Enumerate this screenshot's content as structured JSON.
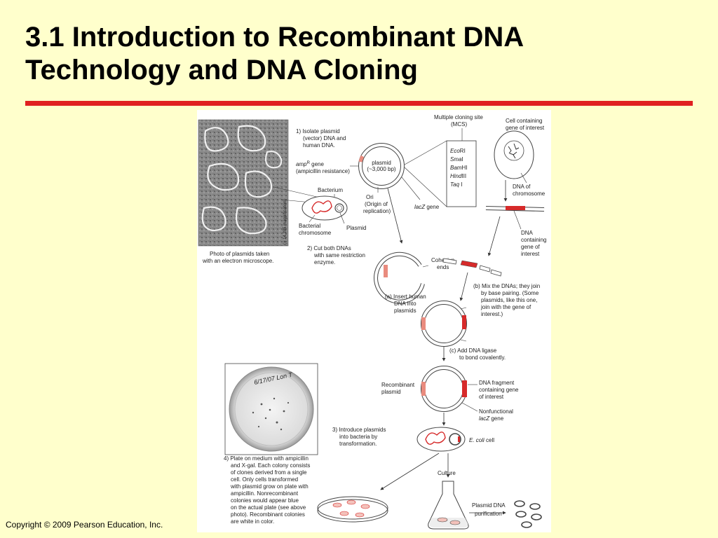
{
  "title": {
    "line1": "3.1  Introduction to Recombinant DNA",
    "line2": "Technology and DNA Cloning"
  },
  "footer": {
    "copyright": "Copyright © 2009 Pearson Education, Inc."
  },
  "colors": {
    "background": "#FFFFCC",
    "rule": "#E02020",
    "dna_highlight": "#D62A2A"
  },
  "figure": {
    "photo_caption_1": "Photo of plasmids taken",
    "photo_caption_2": "with an electron microscope.",
    "magnification": "(× 14,285 magnification)",
    "step1_a": "1) Isolate plasmid",
    "step1_b": "(vector) DNA and",
    "step1_c": "human DNA.",
    "mcs_a": "Multiple cloning site",
    "mcs_b": "(MCS)",
    "cell_a": "Cell containing",
    "cell_b": "gene of interest",
    "amp_a": "amp",
    "amp_sup": "R",
    "amp_b": " gene",
    "amp_c": "(ampicillin resistance)",
    "plasmid_a": "plasmid",
    "plasmid_b": "(~3,000 bp)",
    "enzymes": [
      {
        "italic": "Eco",
        "rest": "RI"
      },
      {
        "italic": "Sma",
        "rest": "I"
      },
      {
        "italic": "Bam",
        "rest": "HI"
      },
      {
        "italic": "Hind",
        "rest": "III"
      },
      {
        "italic": "Taq",
        "rest": " I"
      }
    ],
    "bacterium": "Bacterium",
    "ori_a": "Ori",
    "ori_b": "(Origin of",
    "ori_c": "replication)",
    "lacz_a": "lacZ",
    "lacz_b": "gene",
    "dna_chrom_a": "DNA of",
    "dna_chrom_b": "chromosome",
    "bact_chrom_a": "Bacterial",
    "bact_chrom_b": "chromosome",
    "plasmid_label": "Plasmid",
    "dna_gene_a": "DNA",
    "dna_gene_b": "containing",
    "dna_gene_c": "gene of",
    "dna_gene_d": "interest",
    "step2_a": "2) Cut both DNAs",
    "step2_b": "with same restriction",
    "step2_c": "enzyme.",
    "cohesive_a": "Cohesive",
    "cohesive_b": "ends",
    "b_a": "(b) Mix the DNAs; they join",
    "b_b": "by base pairing. (Some",
    "b_c": "plasmids, like this one,",
    "b_d": "join with the gene of",
    "b_e": "interest.)",
    "a_a": "(a) Insert human",
    "a_b": "DNA into",
    "a_c": "plasmids",
    "c_a": "(c) Add DNA ligase",
    "c_b": "to bond covalently.",
    "plate_label": "6/17/07 Lon T",
    "recomb_a": "Recombinant",
    "recomb_b": "plasmid",
    "frag_a": "DNA fragment",
    "frag_b": "containing gene",
    "frag_c": "of interest",
    "nonfunc_a": "Nonfunctional",
    "nonfunc_b": "lacZ",
    "nonfunc_c": "gene",
    "step3_a": "3) Introduce plasmids",
    "step3_b": "into bacteria by",
    "step3_c": "transformation.",
    "ecoli_a": "E. coli",
    "ecoli_b": "cell",
    "step4": [
      "4) Plate on medium with ampicillin",
      "and X-gal. Each colony consists",
      "of clones derived from a single",
      "cell. Only cells transformed",
      "with plasmid grow on plate with",
      "ampicillin. Nonrecombinant",
      "colonies would appear blue",
      "on the actual plate (see above",
      "photo). Recombinant colonies",
      "are white in color."
    ],
    "culture": "Culture",
    "purif_a": "Plasmid DNA",
    "purif_b": "purification"
  }
}
